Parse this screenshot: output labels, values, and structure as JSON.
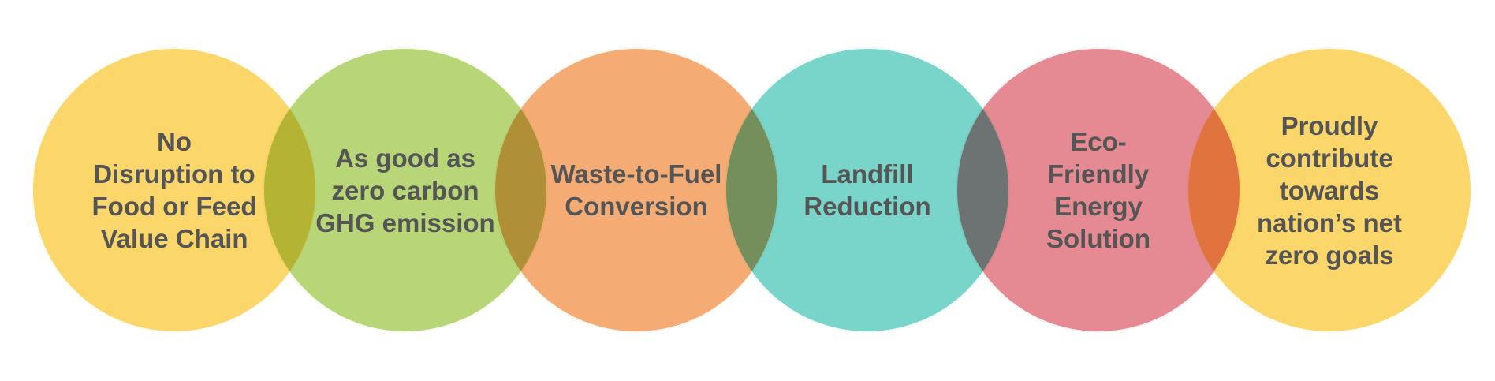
{
  "diagram": {
    "items": [
      {
        "text": "No Disruption to Food or Feed Value Chain",
        "color": "#fbcd4a"
      },
      {
        "text": "As good as zero carbon GHG emission",
        "color": "#a9cd5a"
      },
      {
        "text": "Waste-to-Fuel Conversion",
        "color": "#f29a55"
      },
      {
        "text": "Landfill Reduction",
        "color": "#5bcbbd"
      },
      {
        "text": "Eco-Friendly Energy Solution",
        "color": "#e0707a"
      },
      {
        "text": "Proudly contribute towards nation’s net zero goals",
        "color": "#fbcd4a"
      }
    ]
  }
}
